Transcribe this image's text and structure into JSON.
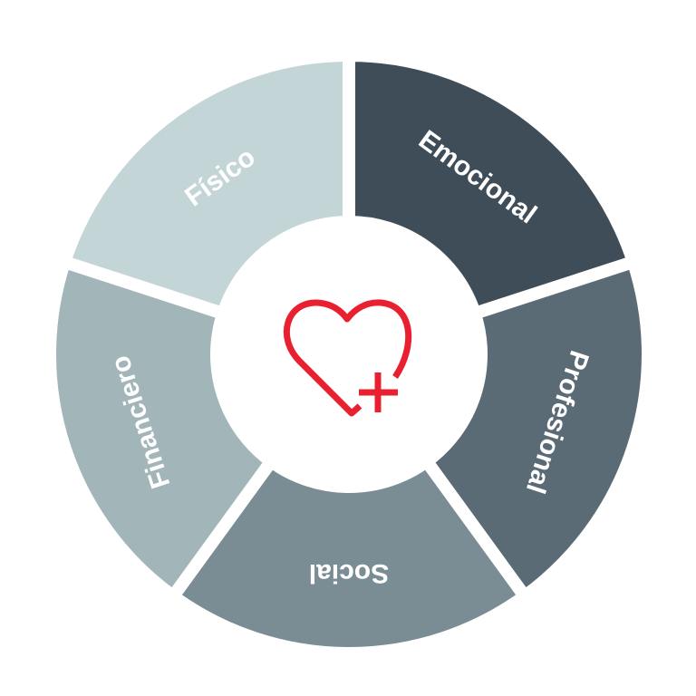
{
  "segments": [
    {
      "label": "Emocional",
      "color": "#3f4d58"
    },
    {
      "label": "Profesional",
      "color": "#5a6b75"
    },
    {
      "label": "Social",
      "color": "#7a8c94"
    },
    {
      "label": "Financiero",
      "color": "#a2b5b9"
    },
    {
      "label": "Físico",
      "color": "#c3d5d6"
    }
  ],
  "center_icon": {
    "name": "heart-plus-icon",
    "color": "#e8202f"
  }
}
